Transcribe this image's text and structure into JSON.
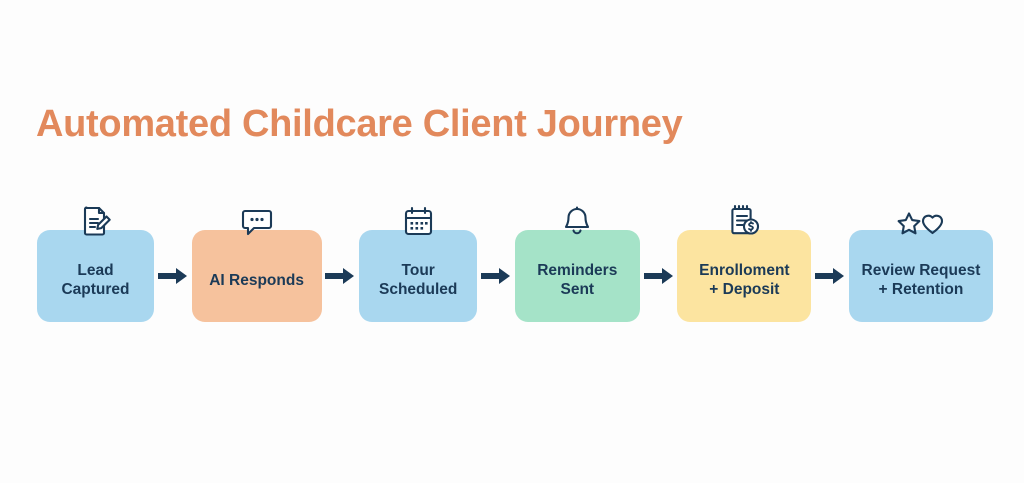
{
  "page": {
    "title": "Automated Childcare Client Journey",
    "background_color": "#fdfdfd",
    "title_color": "#e2895c",
    "text_color": "#1b3a57",
    "arrow_color": "#1b3a57"
  },
  "flow": {
    "steps": [
      {
        "label": "Lead\nCaptured",
        "icon": "document-pencil-icon",
        "color": "#a9d7ef"
      },
      {
        "label": "AI Responds",
        "icon": "speech-bubble-dots-icon",
        "color": "#f6c29d"
      },
      {
        "label": "Tour\nScheduled",
        "icon": "calendar-icon",
        "color": "#a9d7ef"
      },
      {
        "label": "Reminders\nSent",
        "icon": "bell-icon",
        "color": "#a5e3c8"
      },
      {
        "label": "Enrolloment\n+ Deposit",
        "icon": "notepad-dollar-icon",
        "color": "#fce4a0"
      },
      {
        "label": "Review Request\n+ Retention",
        "icon": "star-heart-icon",
        "color": "#a9d7ef"
      }
    ],
    "connector": "arrow-right-icon"
  }
}
